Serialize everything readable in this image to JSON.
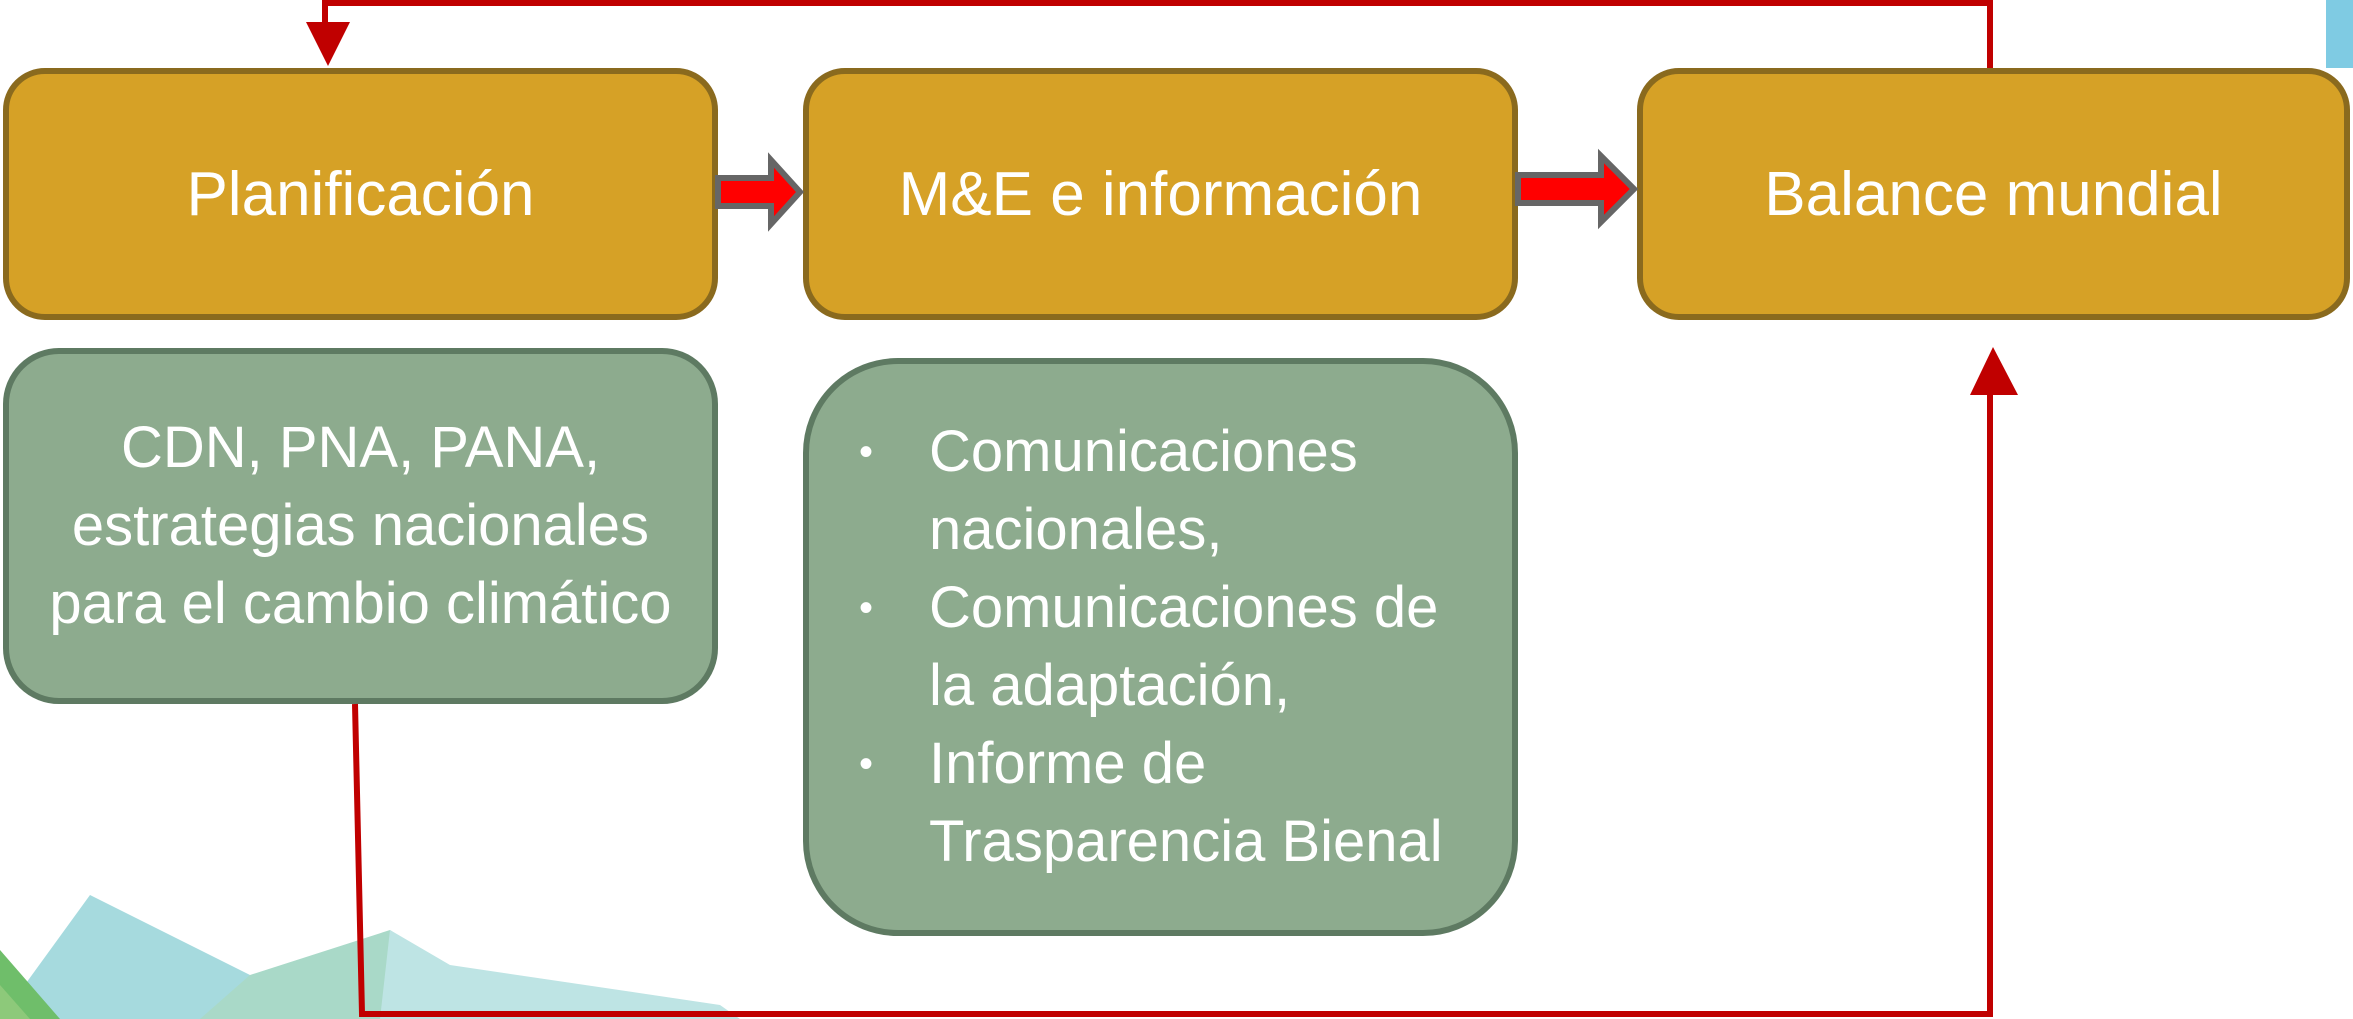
{
  "boxes": {
    "planning": "Planificación",
    "me_info": "M&E e información",
    "global_stocktake": "Balance mundial"
  },
  "details": {
    "planning_text": "CDN, PNA, PANA, estrategias nacionales para el cambio climático",
    "communications": [
      "Comunicaciones nacionales,",
      "Comunicaciones de la adaptación,",
      "Informe de Trasparencia Bienal"
    ]
  },
  "colors": {
    "process_box": "#D6A126",
    "detail_box": "#8DAB8E",
    "feedback_line": "#C00000",
    "flow_arrow": "#FF0000"
  }
}
